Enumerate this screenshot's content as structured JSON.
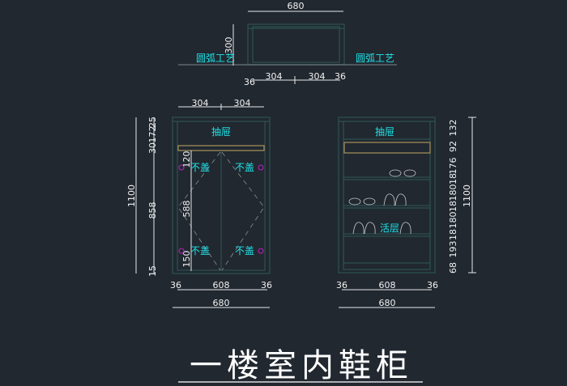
{
  "plan_view": {
    "width_dim": "680",
    "depth_dim": "300",
    "arc_label_left": "圆弧工艺",
    "arc_label_right": "圆弧工艺",
    "bottom_dims": [
      "36",
      "304",
      "304",
      "36"
    ]
  },
  "front_left": {
    "top_dims": [
      "304",
      "304"
    ],
    "drawer_label": "抽屉",
    "total_height": "1100",
    "height_dims": [
      "25",
      "172",
      "30",
      "858",
      "15"
    ],
    "door_dims": [
      "120",
      "588",
      "150"
    ],
    "no_cover_labels": [
      "不盖",
      "不盖",
      "不盖",
      "不盖"
    ],
    "bottom_dims": [
      "36",
      "608",
      "36"
    ],
    "total_width": "680"
  },
  "front_right": {
    "drawer_label": "抽屉",
    "shelf_label": "活层",
    "height_dims": [
      "132",
      "92",
      "176",
      "18",
      "180",
      "18",
      "180",
      "18",
      "193",
      "68"
    ],
    "total_height": "1100",
    "bottom_dims": [
      "36",
      "608",
      "36"
    ],
    "total_width": "680"
  },
  "title": "一楼室内鞋柜"
}
